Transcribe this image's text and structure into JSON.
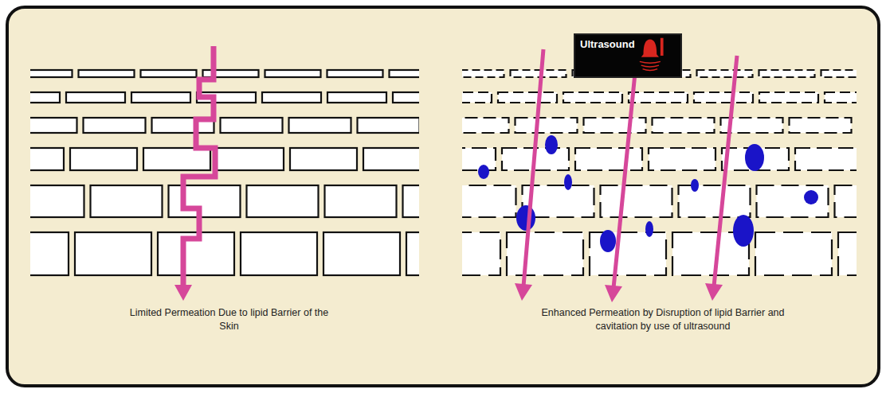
{
  "diagram": {
    "nodes": [
      {
        "text": [
          "Ultrasound"
        ]
      }
    ],
    "labels": [
      "Limited Permeation Due to lipid Barrier of the Skin",
      "Enhanced Permeation by Disruption of lipid Barrier and cavitation by use of ultrasound"
    ]
  }
}
